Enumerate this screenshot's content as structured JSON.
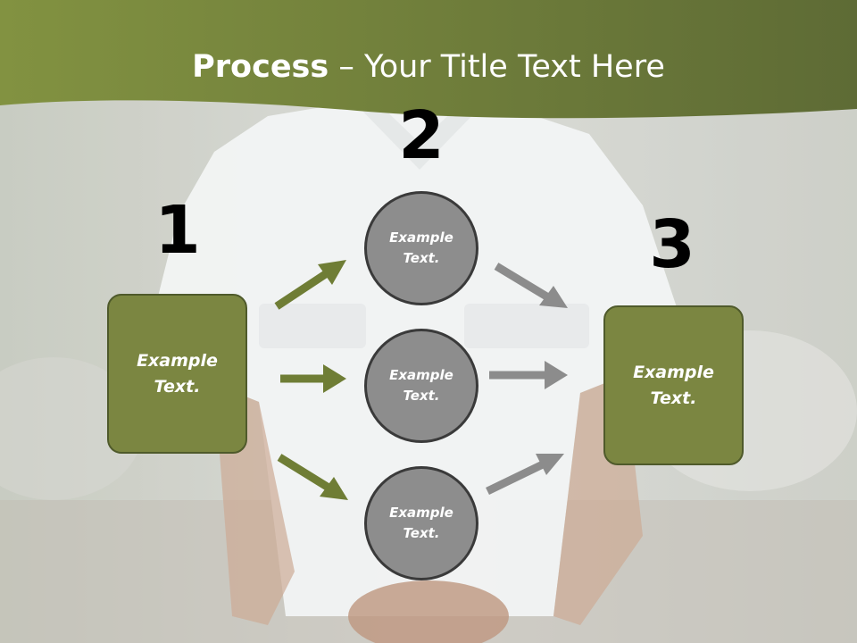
{
  "title": {
    "bold": "Process",
    "rest": " – Your Title Text Here"
  },
  "steps": [
    {
      "number": "1"
    },
    {
      "number": "2"
    },
    {
      "number": "3"
    }
  ],
  "left_box": {
    "line1": "Example",
    "line2": "Text."
  },
  "right_box": {
    "line1": "Example",
    "line2": "Text."
  },
  "circles": [
    {
      "line1": "Example",
      "line2": "Text."
    },
    {
      "line1": "Example",
      "line2": "Text."
    },
    {
      "line1": "Example",
      "line2": "Text."
    }
  ],
  "colors": {
    "accent_green": "#7b8641",
    "circle_gray": "#8d8d8d",
    "arrow_green": "#6f7d35",
    "arrow_gray": "#8c8c8c"
  }
}
